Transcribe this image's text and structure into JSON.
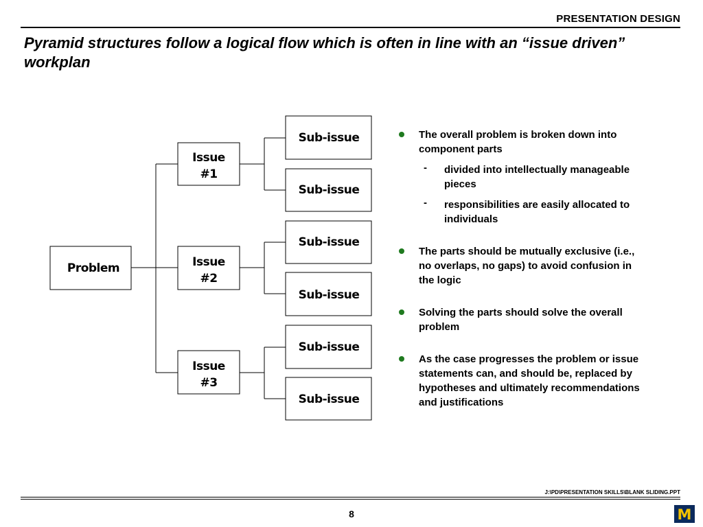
{
  "header": {
    "label": "PRESENTATION DESIGN",
    "title": "Pyramid structures follow a logical flow which is often in line with an “issue driven” workplan"
  },
  "diagram": {
    "problem": "Problem",
    "issues": [
      {
        "line1": "Issue",
        "line2": "#1",
        "subissues": [
          "Sub-issue",
          "Sub-issue"
        ]
      },
      {
        "line1": "Issue",
        "line2": "#2",
        "subissues": [
          "Sub-issue",
          "Sub-issue"
        ]
      },
      {
        "line1": "Issue",
        "line2": "#3",
        "subissues": [
          "Sub-issue",
          "Sub-issue"
        ]
      }
    ]
  },
  "bullets": [
    {
      "text": "The overall problem is broken down into component parts",
      "subs": [
        "divided into intellectually manageable pieces",
        "responsibilities are easily allocated to individuals"
      ]
    },
    {
      "text": "The parts should be mutually exclusive (i.e., no overlaps, no gaps) to avoid confusion in the logic",
      "subs": []
    },
    {
      "text": "Solving the parts should solve the overall problem",
      "subs": []
    },
    {
      "text": "As the case progresses the problem or issue statements can, and should be, replaced by hypotheses and ultimately recommendations and justifications",
      "subs": []
    }
  ],
  "footer": {
    "path": "J:\\PD\\PRESENTATION SKILLS\\BLANK SLIDING.PPT",
    "page_number": "8",
    "logo_letter": "M"
  },
  "colors": {
    "bullet": "#1f7a1f",
    "logo_blue": "#0b2a5c",
    "logo_maize": "#f2c200"
  },
  "icons": {
    "bullet": "green-dot-bullet-icon",
    "logo": "university-m-logo-icon"
  }
}
